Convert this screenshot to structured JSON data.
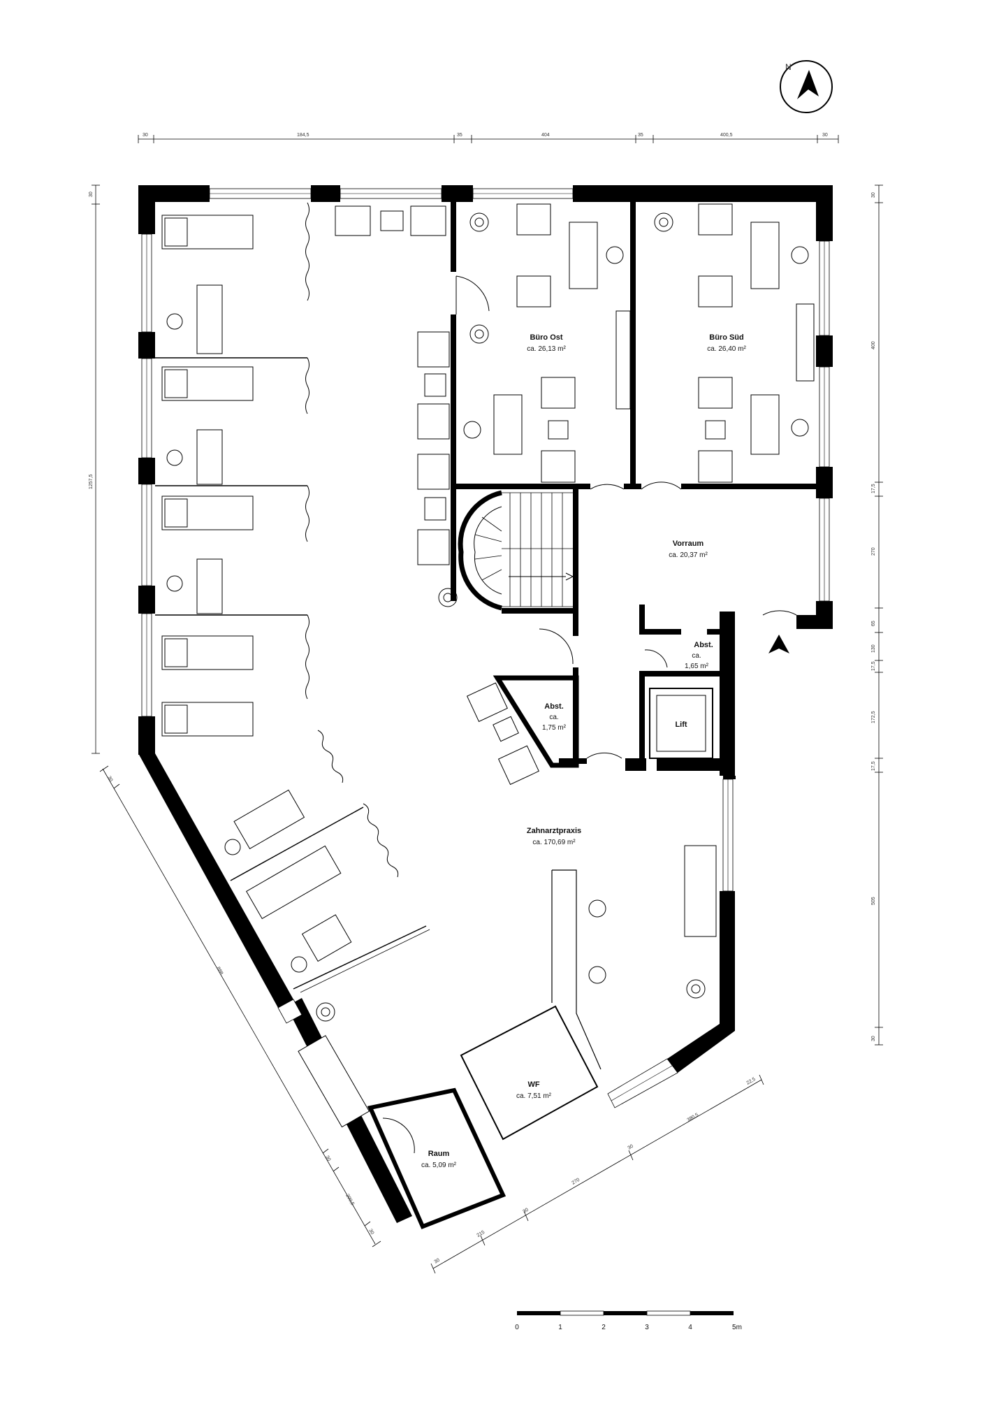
{
  "rooms": {
    "buero_ost": {
      "name": "Büro Ost",
      "area": "ca. 26,13 m²"
    },
    "buero_sued": {
      "name": "Büro Süd",
      "area": "ca. 26,40 m²"
    },
    "vorraum": {
      "name": "Vorraum",
      "area": "ca. 20,37 m²"
    },
    "abst_1": {
      "name": "Abst.",
      "area1": "ca.",
      "area2": "1,65 m²"
    },
    "abst_2": {
      "name": "Abst.",
      "area1": "ca.",
      "area2": "1,75 m²"
    },
    "lift": {
      "name": "Lift"
    },
    "zahnarztpraxis": {
      "name": "Zahnarztpraxis",
      "area": "ca. 170,69 m²"
    },
    "wf": {
      "name": "WF",
      "area": "ca. 7,51 m²"
    },
    "raum": {
      "name": "Raum",
      "area": "ca. 5,09 m²"
    }
  },
  "dimensions": {
    "top": [
      "30",
      "184,5",
      "35",
      "404",
      "35",
      "400,5",
      "30"
    ],
    "left": [
      "30",
      "1257,5"
    ],
    "right": [
      "30",
      "400",
      "17,5",
      "270",
      "65",
      "130",
      "17,5",
      "172,5",
      "17,5",
      "505",
      "30"
    ],
    "diag_left": [
      "30",
      "888",
      "30",
      "200,5",
      "30"
    ],
    "diag_bottom": [
      "30",
      "215",
      "30",
      "270",
      "30",
      "380,5",
      "22,5"
    ]
  },
  "scale_bar": {
    "labels": [
      "0",
      "1",
      "2",
      "3",
      "4",
      "5m"
    ]
  },
  "north_arrow": {
    "label": "N",
    "icon": "north-arrow-icon"
  }
}
